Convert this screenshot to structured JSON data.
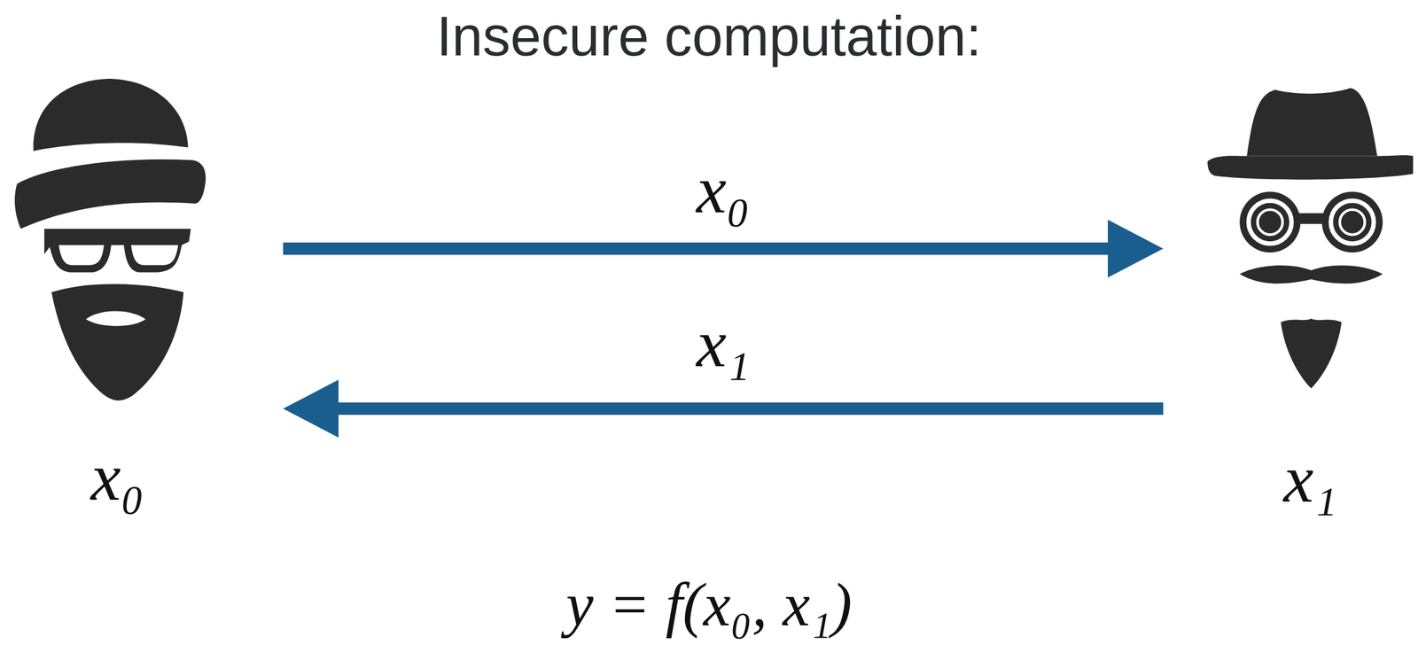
{
  "diagram": {
    "title": "Insecure computation:",
    "nodes": [
      {
        "text": [
          "x₀"
        ]
      },
      {
        "text": [
          "x₁"
        ]
      }
    ],
    "edges": [
      {
        "from": 0,
        "to": 1,
        "label": "x₀",
        "arrow": "to"
      },
      {
        "from": 1,
        "to": 0,
        "label": "x₁",
        "arrow": "to"
      }
    ],
    "labels": [
      "y = f(x₀, x₁)"
    ]
  }
}
